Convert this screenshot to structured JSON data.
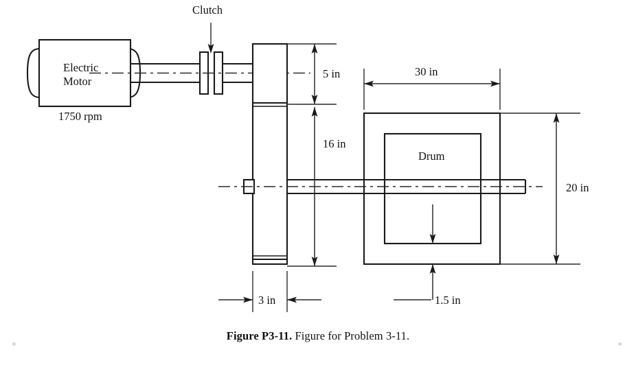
{
  "figure": {
    "caption_label": "Figure P3-11.",
    "caption_text": "Figure for Problem 3-11.",
    "background_color": "#ffffff",
    "line_color": "#1a1a1a"
  },
  "components": {
    "motor": {
      "label_line1": "Electric",
      "label_line2": "Motor",
      "speed_label": "1750 rpm"
    },
    "clutch": {
      "label": "Clutch"
    },
    "drum": {
      "label": "Drum"
    }
  },
  "dimensions": {
    "pulley_upper_radius": "5 in",
    "pulley_lower_radius": "16 in",
    "pulley_width": "3 in",
    "drum_width": "30 in",
    "drum_height": "20 in",
    "drum_wall": "1.5 in"
  }
}
